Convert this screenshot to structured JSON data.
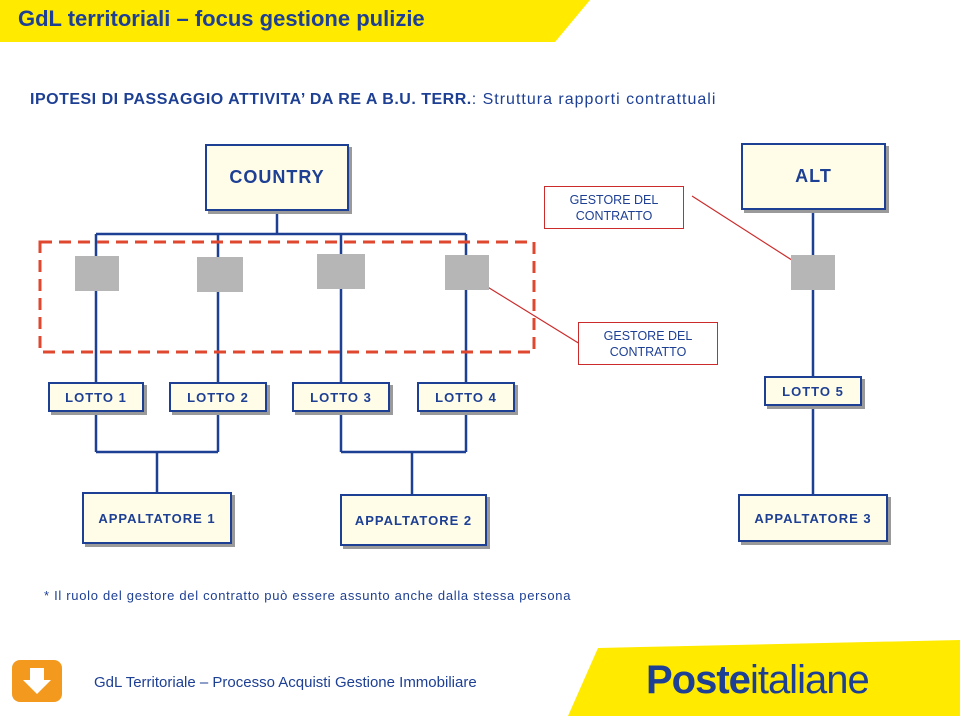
{
  "header": {
    "title": "GdL territoriali – focus gestione pulizie",
    "band_color": "#ffea00"
  },
  "subtitle": {
    "bold_part": "IPOTESI DI PASSAGGIO ATTIVITA’ DA RE A B.U. TERR.",
    "rest_part": ": Struttura rapporti contrattuali"
  },
  "diagram": {
    "country": "COUNTRY",
    "alt": "ALT",
    "gestore_top": [
      "GESTORE DEL",
      "CONTRATTO"
    ],
    "gestore_mid": [
      "GESTORE DEL",
      "CONTRATTO"
    ],
    "lotti": [
      "LOTTO 1",
      "LOTTO 2",
      "LOTTO 3",
      "LOTTO 4",
      "LOTTO 5"
    ],
    "appaltatori": [
      "APPALTATORE 1",
      "APPALTATORE 2",
      "APPALTATORE 3"
    ],
    "colors": {
      "navy": "#1d3f94",
      "red": "#e0472f",
      "box_fill": "#fffde8",
      "square_gray": "#b6b6b6"
    }
  },
  "footnote": "* Il ruolo del gestore del contratto può essere assunto anche dalla stessa persona",
  "footer": {
    "text": "GdL Territoriale – Processo Acquisti Gestione Immobiliare",
    "icon": "download-arrow-icon",
    "logo_bold": "Poste",
    "logo_light": "italiane"
  }
}
